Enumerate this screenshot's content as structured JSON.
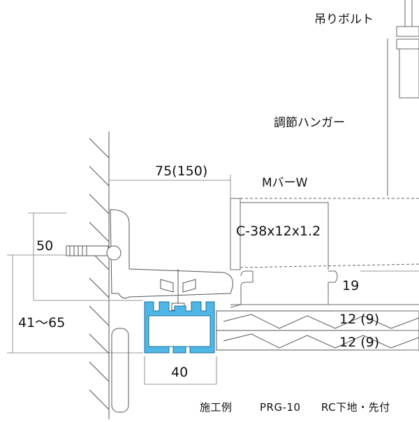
{
  "labels": {
    "hanging_bolt": "吊りボルト",
    "adjust_hanger": "調節ハンガー",
    "m_bar": "MバーW",
    "channel": "C-38x12x1.2",
    "dim_75": "75(150)",
    "dim_50": "50",
    "dim_41_65": "41～65",
    "dim_19": "19",
    "dim_12a": "12 (9)",
    "dim_12b": "12 (9)",
    "dim_40": "40"
  },
  "caption": {
    "example": "施工例",
    "model": "PRG-10",
    "condition": "RC下地・先付"
  },
  "colors": {
    "profile_fill": "#4fb7e6",
    "profile_stroke": "#1e6f9e",
    "line": "#333333",
    "light_line": "#888888"
  }
}
